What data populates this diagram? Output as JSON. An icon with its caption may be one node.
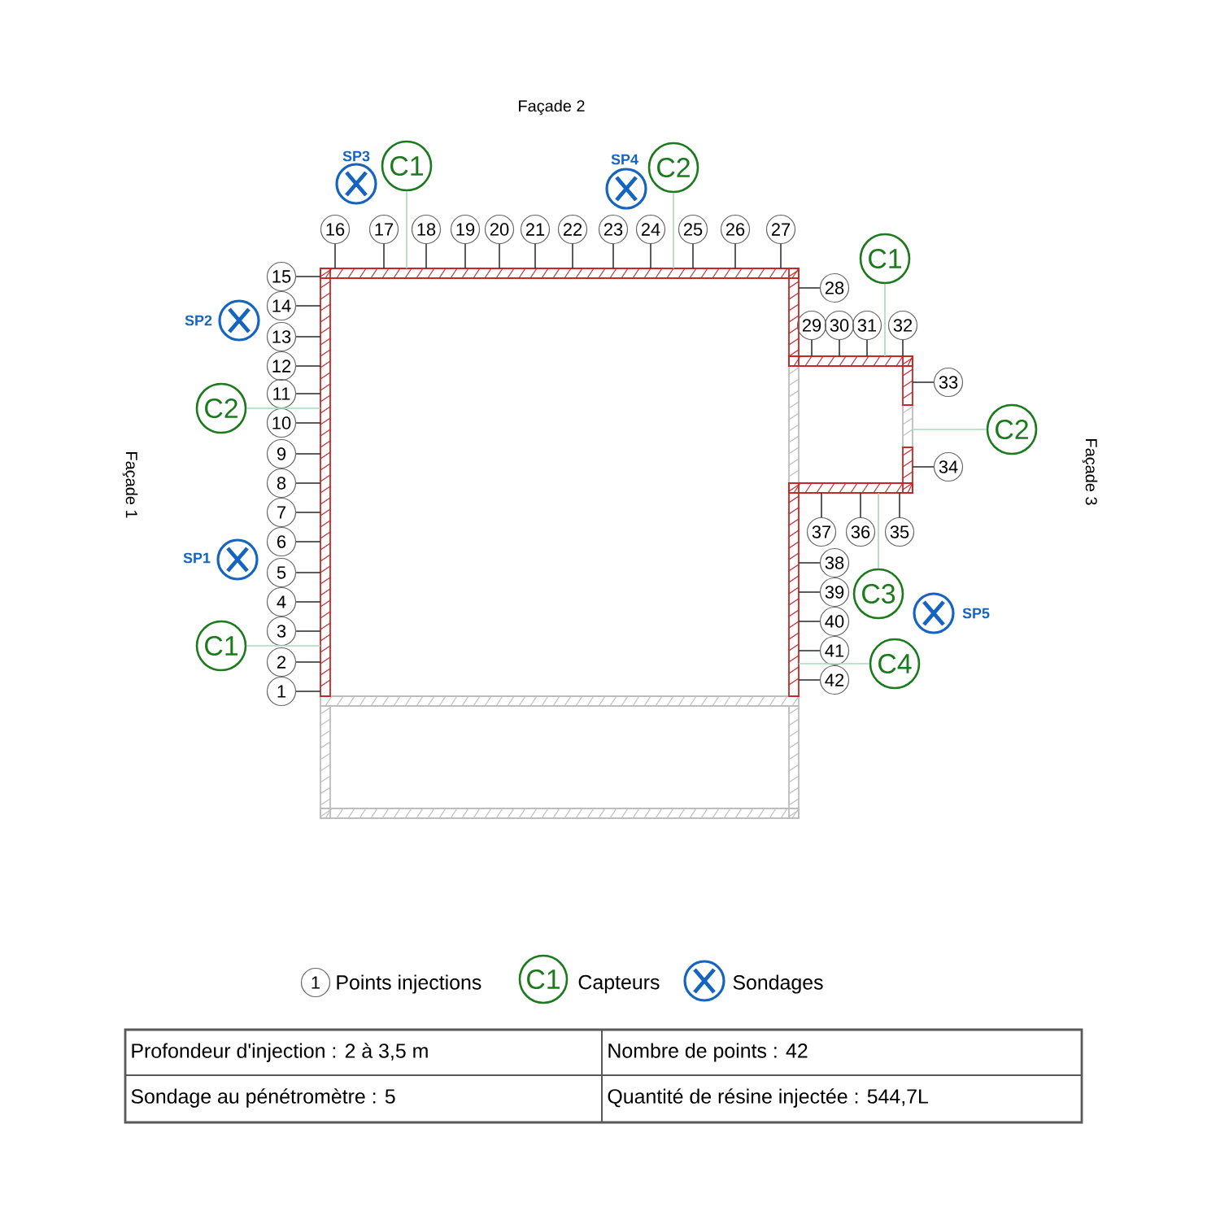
{
  "diagram": {
    "nodes": [
      {
        "text": [
          "1"
        ]
      },
      {
        "text": [
          "2"
        ]
      },
      {
        "text": [
          "3"
        ]
      },
      {
        "text": [
          "4"
        ]
      },
      {
        "text": [
          "5"
        ]
      },
      {
        "text": [
          "6"
        ]
      },
      {
        "text": [
          "7"
        ]
      },
      {
        "text": [
          "8"
        ]
      },
      {
        "text": [
          "9"
        ]
      },
      {
        "text": [
          "10"
        ]
      },
      {
        "text": [
          "11"
        ]
      },
      {
        "text": [
          "12"
        ]
      },
      {
        "text": [
          "13"
        ]
      },
      {
        "text": [
          "14"
        ]
      },
      {
        "text": [
          "15"
        ]
      },
      {
        "text": [
          "16"
        ]
      },
      {
        "text": [
          "17"
        ]
      },
      {
        "text": [
          "18"
        ]
      },
      {
        "text": [
          "19"
        ]
      },
      {
        "text": [
          "20"
        ]
      },
      {
        "text": [
          "21"
        ]
      },
      {
        "text": [
          "22"
        ]
      },
      {
        "text": [
          "23"
        ]
      },
      {
        "text": [
          "24"
        ]
      },
      {
        "text": [
          "25"
        ]
      },
      {
        "text": [
          "26"
        ]
      },
      {
        "text": [
          "27"
        ]
      },
      {
        "text": [
          "28"
        ]
      },
      {
        "text": [
          "29"
        ]
      },
      {
        "text": [
          "30"
        ]
      },
      {
        "text": [
          "31"
        ]
      },
      {
        "text": [
          "32"
        ]
      },
      {
        "text": [
          "33"
        ]
      },
      {
        "text": [
          "34"
        ]
      },
      {
        "text": [
          "35"
        ]
      },
      {
        "text": [
          "36"
        ]
      },
      {
        "text": [
          "37"
        ]
      },
      {
        "text": [
          "38"
        ]
      },
      {
        "text": [
          "39"
        ]
      },
      {
        "text": [
          "40"
        ]
      },
      {
        "text": [
          "41"
        ]
      },
      {
        "text": [
          "42"
        ]
      },
      {
        "text": [
          "C1"
        ]
      },
      {
        "text": [
          "C2"
        ]
      },
      {
        "text": [
          "C1"
        ]
      },
      {
        "text": [
          "C2"
        ]
      },
      {
        "text": [
          "C3"
        ]
      },
      {
        "text": [
          "C4"
        ]
      },
      {
        "text": [
          "C2"
        ]
      },
      {
        "text": [
          "C1"
        ]
      },
      {
        "text": [],
        "shape": "circle",
        "beside": [
          "SP3"
        ]
      },
      {
        "text": [],
        "shape": "circle",
        "beside": [
          "SP4"
        ]
      },
      {
        "text": [],
        "shape": "circle",
        "beside": [
          "SP2"
        ]
      },
      {
        "text": [],
        "shape": "circle",
        "beside": [
          "SP1"
        ]
      },
      {
        "text": [],
        "shape": "circle",
        "beside": [
          "SP5"
        ]
      }
    ],
    "edges": [
      {
        "from": 0,
        "to": null,
        "arrow": "none"
      },
      {
        "from": 1,
        "to": null,
        "arrow": "none"
      },
      {
        "from": 2,
        "to": null,
        "arrow": "none"
      },
      {
        "from": 3,
        "to": null,
        "arrow": "none"
      },
      {
        "from": 4,
        "to": null,
        "arrow": "none"
      },
      {
        "from": 5,
        "to": null,
        "arrow": "none"
      },
      {
        "from": 6,
        "to": null,
        "arrow": "none"
      },
      {
        "from": 7,
        "to": null,
        "arrow": "none"
      },
      {
        "from": 8,
        "to": null,
        "arrow": "none"
      },
      {
        "from": 9,
        "to": null,
        "arrow": "none"
      },
      {
        "from": 10,
        "to": null,
        "arrow": "none"
      },
      {
        "from": 11,
        "to": null,
        "arrow": "none"
      },
      {
        "from": 12,
        "to": null,
        "arrow": "none"
      },
      {
        "from": 13,
        "to": null,
        "arrow": "none"
      },
      {
        "from": 14,
        "to": null,
        "arrow": "none"
      },
      {
        "from": 15,
        "to": null,
        "arrow": "none"
      },
      {
        "from": 16,
        "to": null,
        "arrow": "none"
      },
      {
        "from": 17,
        "to": null,
        "arrow": "none"
      },
      {
        "from": 18,
        "to": null,
        "arrow": "none"
      },
      {
        "from": 19,
        "to": null,
        "arrow": "none"
      },
      {
        "from": 20,
        "to": null,
        "arrow": "none"
      },
      {
        "from": 21,
        "to": null,
        "arrow": "none"
      },
      {
        "from": 22,
        "to": null,
        "arrow": "none"
      },
      {
        "from": 23,
        "to": null,
        "arrow": "none"
      },
      {
        "from": 24,
        "to": null,
        "arrow": "none"
      },
      {
        "from": 25,
        "to": null,
        "arrow": "none"
      },
      {
        "from": 26,
        "to": null,
        "arrow": "none"
      },
      {
        "from": 27,
        "to": null,
        "arrow": "none"
      },
      {
        "from": 28,
        "to": null,
        "arrow": "none"
      },
      {
        "from": 29,
        "to": null,
        "arrow": "none"
      },
      {
        "from": 30,
        "to": null,
        "arrow": "none"
      },
      {
        "from": 31,
        "to": null,
        "arrow": "none"
      },
      {
        "from": 32,
        "to": null,
        "arrow": "none"
      },
      {
        "from": 33,
        "to": null,
        "arrow": "none"
      },
      {
        "from": 34,
        "to": null,
        "arrow": "none"
      },
      {
        "from": 35,
        "to": null,
        "arrow": "none"
      },
      {
        "from": 36,
        "to": null,
        "arrow": "none"
      },
      {
        "from": 37,
        "to": null,
        "arrow": "none"
      },
      {
        "from": 38,
        "to": null,
        "arrow": "none"
      },
      {
        "from": 39,
        "to": null,
        "arrow": "none"
      },
      {
        "from": 40,
        "to": null,
        "arrow": "none"
      },
      {
        "from": 41,
        "to": null,
        "arrow": "none"
      },
      {
        "from": 42,
        "to": null,
        "arrow": "none",
        "color": "#a8d8b8"
      },
      {
        "from": 43,
        "to": null,
        "arrow": "none",
        "color": "#a8d8b8"
      },
      {
        "from": 44,
        "to": null,
        "arrow": "none",
        "color": "#a8d8b8"
      },
      {
        "from": 45,
        "to": null,
        "arrow": "none",
        "color": "#a8d8b8"
      },
      {
        "from": 46,
        "to": null,
        "arrow": "none",
        "color": "#a8d8b8"
      },
      {
        "from": 47,
        "to": null,
        "arrow": "none",
        "color": "#a8d8b8"
      },
      {
        "from": 48,
        "to": null,
        "arrow": "none",
        "color": "#a8d8b8"
      },
      {
        "from": 49,
        "to": null,
        "arrow": "none",
        "color": "#a8d8b8"
      }
    ],
    "labels": [
      "Façade 2",
      "Façade 1",
      "Façade 3",
      "1",
      "C1",
      "Profondeur d'injection : 2 à 3,5 m",
      "Nombre de points : 42",
      "Sondage au pénétromètre : 5",
      "Quantité de résine injectée : 544,7L"
    ],
    "legend": [
      {
        "text": "Points injections"
      },
      {
        "text": "Capteurs"
      },
      {
        "text": "Sondages"
      }
    ]
  }
}
